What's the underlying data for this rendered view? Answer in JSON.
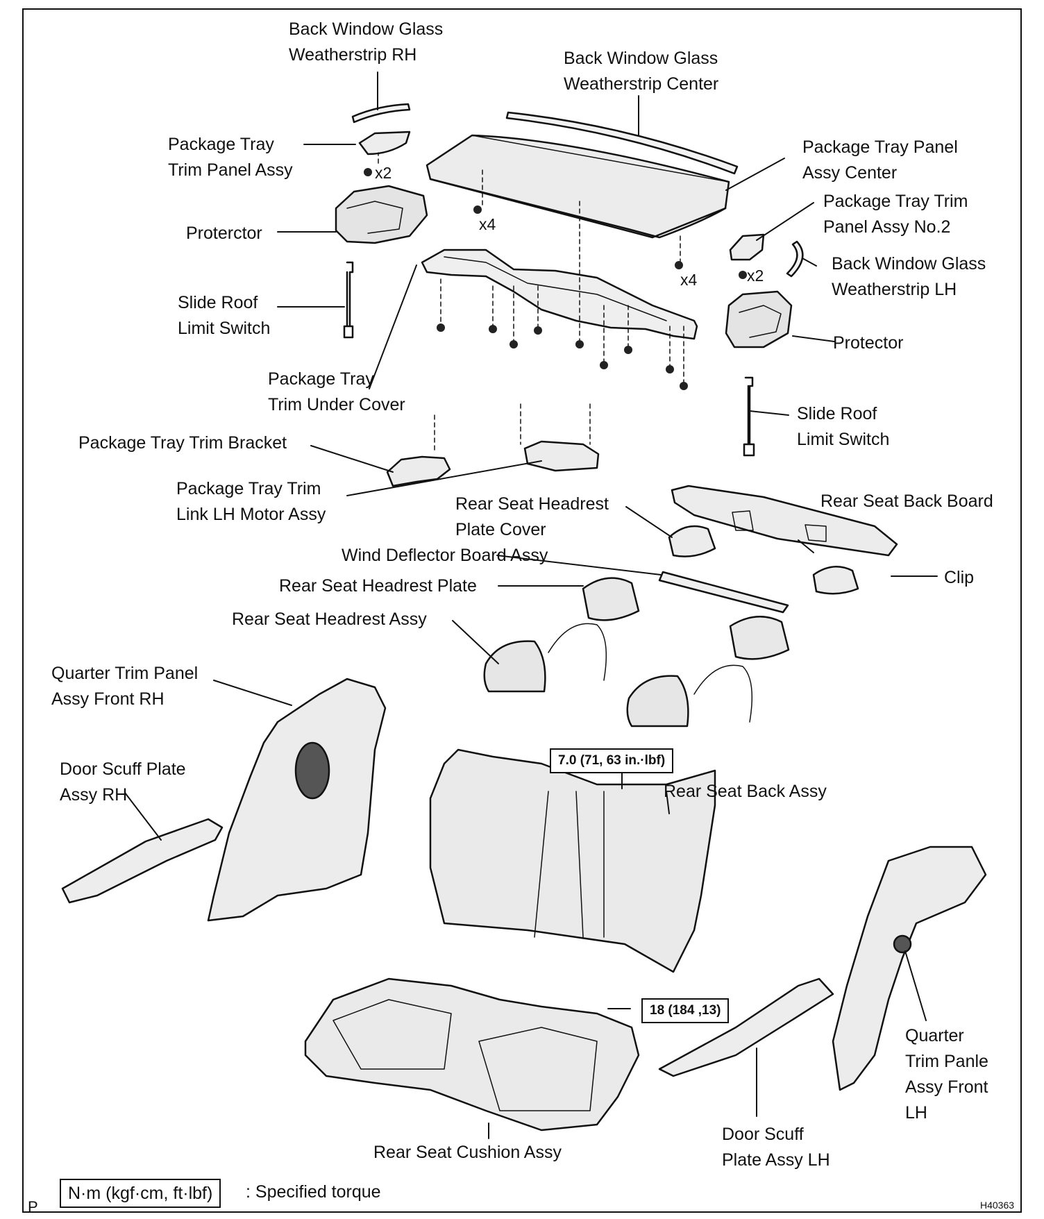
{
  "labels": {
    "bwg_rh": [
      "Back Window Glass",
      "Weatherstrip RH"
    ],
    "bwg_center": [
      "Back Window Glass",
      "Weatherstrip Center"
    ],
    "pkg_trim_panel": [
      "Package Tray",
      "Trim Panel Assy"
    ],
    "pkg_panel_center": [
      "Package Tray Panel",
      "Assy Center"
    ],
    "pkg_trim_no2": [
      "Package Tray Trim",
      "Panel Assy No.2"
    ],
    "protector_rh": [
      "Proterctor"
    ],
    "bwg_lh": [
      "Back Window Glass",
      "Weatherstrip LH"
    ],
    "slide_switch_rh": [
      "Slide Roof",
      "Limit Switch"
    ],
    "protector_lh": [
      "Protector"
    ],
    "under_cover": [
      "Package Tray",
      "Trim Under Cover"
    ],
    "slide_switch_lh": [
      "Slide Roof",
      "Limit Switch"
    ],
    "trim_bracket": [
      "Package Tray Trim Bracket"
    ],
    "link_motor": [
      "Package Tray Trim",
      "Link LH Motor Assy"
    ],
    "headrest_plate_cover": [
      "Rear Seat Headrest",
      "Plate Cover"
    ],
    "back_board": [
      "Rear Seat Back Board"
    ],
    "wind_deflector": [
      "Wind Deflector Board Assy"
    ],
    "headrest_plate": [
      "Rear Seat Headrest Plate"
    ],
    "clip": [
      "Clip"
    ],
    "headrest_assy": [
      "Rear Seat Headrest Assy"
    ],
    "quarter_rh": [
      "Quarter Trim Panel",
      "Assy Front RH"
    ],
    "scuff_rh": [
      "Door Scuff Plate",
      "Assy RH"
    ],
    "seat_back": [
      "Rear Seat Back Assy"
    ],
    "quarter_lh": [
      "Quarter",
      "Trim Panle",
      "Assy Front",
      "LH"
    ],
    "scuff_lh": [
      "Door Scuff",
      "Plate Assy LH"
    ],
    "seat_cushion": [
      "Rear Seat Cushion Assy"
    ]
  },
  "multipliers": {
    "x2_left": "x2",
    "x4_mid": "x4",
    "x4_right": "x4",
    "x2_right": "x2"
  },
  "torques": {
    "upper": "7.0 (71, 63 in.·lbf)",
    "lower": "18 (184 ,13)"
  },
  "legend": {
    "box": "N·m (kgf·cm, ft·lbf)",
    "text": ": Specified torque"
  },
  "corner": {
    "left": "P",
    "right": "H40363"
  }
}
